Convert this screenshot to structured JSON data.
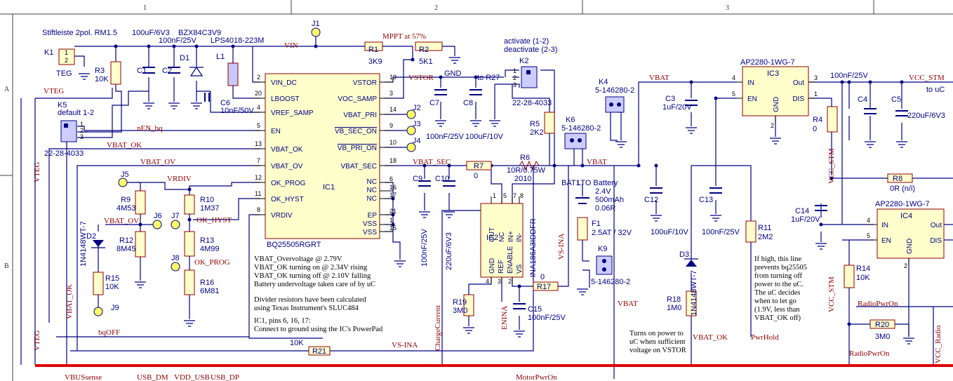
{
  "zones": {
    "top": [
      "1",
      "2",
      "3"
    ],
    "left": [
      "A",
      "B"
    ]
  },
  "connectors": {
    "k1": {
      "ref": "K1",
      "label": "Stiftleiste 2pol. RM1.5",
      "pin1": "1",
      "pin2": "2",
      "net": "TEG"
    },
    "k5": {
      "ref": "K5",
      "value": "default 1-2",
      "part": "22-28-4033"
    },
    "k2": {
      "ref": "K2",
      "note1": "activate (1-2)",
      "note2": "deactivate (2-3)",
      "part": "22-28-4033"
    },
    "k4": {
      "ref": "K4",
      "part": "5-146280-2"
    },
    "k6": {
      "ref": "K6",
      "part": "5-146280-2"
    },
    "k9": {
      "ref": "K9",
      "part": "5-146280-2"
    }
  },
  "jumpers": {
    "j1": "J1",
    "j2": "J2",
    "j3": "J3",
    "j4": "J4",
    "j5": "J5",
    "j6": "J6",
    "j7": "J7",
    "j8": "J8",
    "j9": "J9"
  },
  "components": {
    "r1": {
      "ref": "R1",
      "value": "3K9"
    },
    "r2": {
      "ref": "R2",
      "value": "5K1"
    },
    "r3": {
      "ref": "R3",
      "value": "10K"
    },
    "r4": {
      "ref": "R4",
      "value": "0"
    },
    "r5": {
      "ref": "R5",
      "value": "2K2"
    },
    "r6": {
      "ref": "R6",
      "value": "10R/0.75W",
      "value2": "2010"
    },
    "r7": {
      "ref": "R7",
      "value": "0"
    },
    "r8": {
      "ref": "R8",
      "value": "0R (n/i)"
    },
    "r9": {
      "ref": "R9",
      "value": "4M53"
    },
    "r10": {
      "ref": "R10",
      "value": "1M37"
    },
    "r11": {
      "ref": "R11",
      "value": "2M2"
    },
    "r12": {
      "ref": "R12",
      "value": "8M45"
    },
    "r13": {
      "ref": "R13",
      "value": "4M99"
    },
    "r14": {
      "ref": "R14",
      "value": "10K"
    },
    "r15": {
      "ref": "R15",
      "value": "10K"
    },
    "r16": {
      "ref": "R16",
      "value": "6M81"
    },
    "r17": {
      "ref": "R17",
      "value": "0"
    },
    "r18": {
      "ref": "R18",
      "value": "1M0"
    },
    "r19": {
      "ref": "R19",
      "value": "3M0"
    },
    "r20": {
      "ref": "R20",
      "value": "3M0"
    },
    "r21": {
      "ref": "R21",
      "value": "10K"
    },
    "c1": {
      "ref": "C1",
      "value": "100uF/6V3"
    },
    "c2": {
      "ref": "C2",
      "value": "100nF/25V"
    },
    "c3": {
      "ref": "C3",
      "value": "1uF/20V"
    },
    "c4": {
      "ref": "C4",
      "value": "100nF/25V"
    },
    "c5": {
      "ref": "C5",
      "value": "220uF/6V3"
    },
    "c6": {
      "ref": "C6",
      "value": "10nF/50V"
    },
    "c7": {
      "ref": "C7",
      "value": "100nF/25V"
    },
    "c8": {
      "ref": "C8",
      "value": "100uF/10V"
    },
    "c9": {
      "ref": "C9",
      "value": "100nF/25V"
    },
    "c10": {
      "ref": "C10",
      "value": "220uF/6V3"
    },
    "c12": {
      "ref": "C12",
      "value": "100uF/10V"
    },
    "c13": {
      "ref": "C13",
      "value": "100nF/25V"
    },
    "c14": {
      "ref": "C14",
      "value": "1uF/20V"
    },
    "c15": {
      "ref": "C15",
      "value": "100nF/25V"
    },
    "d1": {
      "ref": "D1",
      "value": "BZX84C3V9"
    },
    "d2": {
      "ref": "D2",
      "value": "1N4148WT-7"
    },
    "d3": {
      "ref": "D3",
      "value": "1N4148WT-7"
    },
    "l1": {
      "ref": "L1",
      "value": "LPS4018-223M"
    },
    "f1": {
      "ref": "F1",
      "value": "2.5AT / 32V"
    },
    "bat1": {
      "ref": "BAT1",
      "l1": "LTO Battery",
      "l2": "2.4V",
      "l3": "500mAh",
      "l4": "0.06R"
    }
  },
  "ic1": {
    "ref": "IC1",
    "part": "BQ25505RGRT",
    "left_pins": [
      {
        "num": "2",
        "name": "VIN_DC"
      },
      {
        "num": "20",
        "name": "LBOOST"
      },
      {
        "num": "4",
        "name": "VREF_SAMP"
      },
      {
        "num": "5",
        "name": "EN"
      },
      {
        "num": "13",
        "name": "VBAT_OK"
      },
      {
        "num": "7",
        "name": "VBAT_OV"
      },
      {
        "num": "12",
        "name": "OK_PROG"
      },
      {
        "num": "11",
        "name": "OK_HYST"
      },
      {
        "num": "8",
        "name": "VRDIV"
      }
    ],
    "right_pins": [
      {
        "num": "19",
        "name": "VSTOR"
      },
      {
        "num": "3",
        "name": "VOC_SAMP"
      },
      {
        "num": "14",
        "name": "VBAT_PRI"
      },
      {
        "num": "9",
        "name": "VB_SEC_ON"
      },
      {
        "num": "10",
        "name": "VB_PRI_ON"
      },
      {
        "num": "18",
        "name": "VBAT_SEC"
      },
      {
        "num": "6",
        "name": "NC"
      },
      {
        "num": "16",
        "name": "NC"
      },
      {
        "num": "17",
        "name": "NC"
      },
      {
        "num": "21",
        "name": "EP"
      },
      {
        "num": "1",
        "name": "VSS"
      },
      {
        "num": "15",
        "name": "VSS"
      }
    ]
  },
  "ic2": {
    "ref": "IC2",
    "part": "INA186A3IDDFR",
    "pins": [
      {
        "num": "1",
        "name": "OUT"
      },
      {
        "num": "5",
        "name": "NC"
      },
      {
        "num": "7",
        "name": "IN+"
      },
      {
        "num": "8",
        "name": "IN-"
      }
    ],
    "left_names": [
      "GND",
      "REF",
      "ENABLE",
      "VS"
    ],
    "bottom_nums": [
      "2",
      "3",
      "4"
    ]
  },
  "ic3": {
    "ref": "IC3",
    "part": "AP2280-1WG-7",
    "pins": [
      "IN",
      "EN",
      "GND",
      "Out",
      "DIS"
    ],
    "nums": [
      "4",
      "5",
      "2",
      "3",
      "1"
    ]
  },
  "ic4": {
    "ref": "IC4",
    "part": "AP2280-1WG-7",
    "pins": [
      "IN",
      "EN",
      "GND",
      "Out",
      "DIS"
    ],
    "nums": [
      "4",
      "5",
      "2"
    ]
  },
  "nets": {
    "vin": "VIN",
    "mppt": "MPPT at 57%",
    "vstor": "VSTOR",
    "to_r27": "to R27",
    "vteg": "VTEG",
    "nen_bq": "nEN_bq",
    "vbat_ok": "VBAT_OK",
    "vbat_ov": "VBAT_OV",
    "vrdiv": "VRDIV",
    "ok_hyst": "OK_HYST",
    "ok_prog": "OK_PROG",
    "vbat_sec": "VBAT_SEC",
    "vbat": "VBAT",
    "vs_ina": "VS-INA",
    "vcc_stm": "VCC_STM",
    "to_uc": "to uC",
    "charge_current": "ChargeCurrent",
    "enina": "ENINA",
    "bqoff": "bqOFF",
    "pwrhold": "PwrHold",
    "radio_pwr_on": "RadioPwrOn",
    "vcc_radio": "VCC_Radio",
    "vbus_sense": "VBUSsense",
    "usb_dm": "USB_DM",
    "vdd_usb": "VDD_USB",
    "usb_dp": "USB_DP",
    "motor_pwr_on": "MotorPwrOn",
    "gnd": "GND"
  },
  "notes": {
    "design": [
      "VBAT_Overvoltage @ 2.79V",
      "VBAT_OK turning on @ 2.34V rising",
      "VBAT_OK turning off @ 2.10V falling",
      "Battery undervoltage taken care of by uC",
      "",
      "Divider resistors have been calculated",
      "using Texas Instrument's SLUC484",
      "",
      "IC1, pins 6, 16, 17:",
      "Connect to ground using the IC's PowerPad"
    ],
    "turn_on": [
      "Turns on power to",
      "uC when sufficient",
      "voltage on VSTOR"
    ],
    "high": [
      "If high, this line",
      "prevents bq25505",
      "from turning off",
      "power to the uC.",
      "The uC decides",
      "when to let go",
      "(1.9V, less than",
      "VBAT_OK off)"
    ]
  },
  "colors": {
    "wire": "#000080",
    "component": "#8b0000",
    "fill": "#ffffcc",
    "bus": "#e00000"
  }
}
